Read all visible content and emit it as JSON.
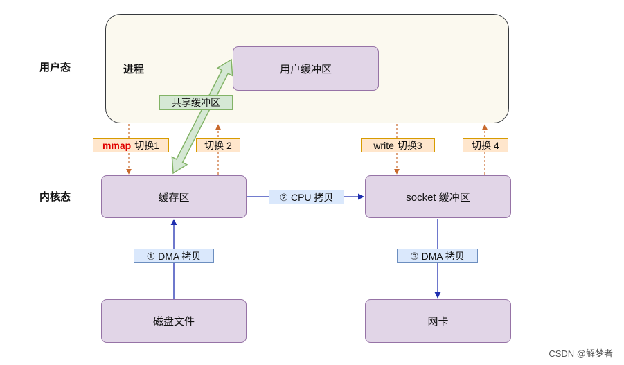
{
  "side_labels": {
    "user_mode": "用户态",
    "kernel_mode": "内核态"
  },
  "process": {
    "title": "进程",
    "user_buffer": "用户缓冲区",
    "shared_buffer": "共享缓冲区"
  },
  "kernel": {
    "page_cache": "缓存区",
    "socket_buffer": "socket 缓冲区"
  },
  "devices": {
    "disk_file": "磁盘文件",
    "nic": "网卡"
  },
  "switches": [
    {
      "cmd": "mmap",
      "label": "切换1"
    },
    {
      "label": "切换 2"
    },
    {
      "cmd": "write",
      "label": "切换3"
    },
    {
      "label": "切换 4"
    }
  ],
  "copies": {
    "dma_in": "① DMA 拷贝",
    "cpu": "② CPU 拷贝",
    "dma_out": "③ DMA 拷贝"
  },
  "watermark": "CSDN @解梦者",
  "colors": {
    "process_fill": "#fbf9ef",
    "purple_fill": "#e1d5e7",
    "purple_stroke": "#9673a6",
    "orange_fill": "#ffe6cc",
    "orange_stroke": "#d79b00",
    "blue_fill": "#dae8fc",
    "blue_stroke": "#6c8ebf",
    "green_fill": "#d5e8d4",
    "green_stroke": "#82b366",
    "mmap_text": "#e00000",
    "copy_arrow": "#1f2fb0",
    "switch_arrow": "#c8692c"
  }
}
